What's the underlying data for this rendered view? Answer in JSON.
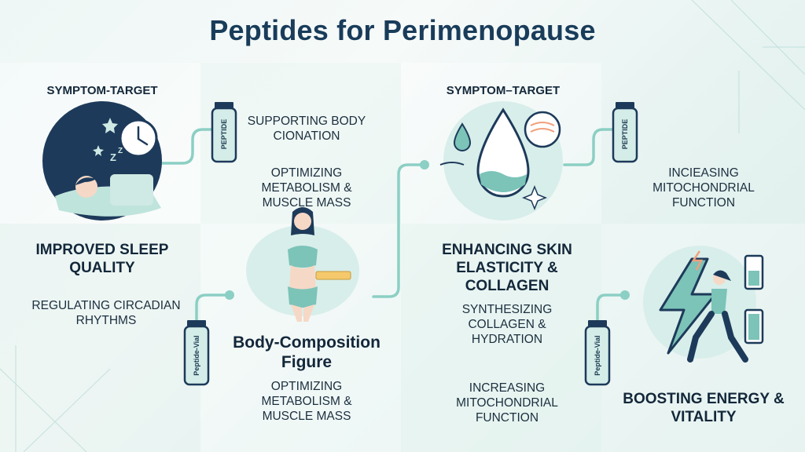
{
  "title": "Peptides for Perimenopause",
  "left_panel": {
    "header": "SYMPTOM-TARGET",
    "vial_label": "PEPTIDE",
    "support_text": "SUPPORTING BODY CIONATION",
    "metabolism_text": "OPTIMIZING METABOLISM & MUSCLE MASS",
    "sleep_title": "IMPROVED SLEEP QUALITY",
    "circadian_text": "REGULATING CIRCADIAN RHYTHMS",
    "vial2_label": "Peptide-Vial"
  },
  "center_panel": {
    "figure_title": "Body-Composition Figure",
    "metabolism_text": "OPTIMIZING METABOLISM & MUSCLE MASS"
  },
  "right_panel": {
    "header": "SYMPTOM–TARGET",
    "vial_label": "PEPTIDE",
    "mito_text_top": "INCIEASING MITOCHONDRIAL FUNCTION",
    "skin_title": "ENHANCING SKIN ELASTICITY & COLLAGEN",
    "collagen_text": "SYNTHESIZING COLLAGEN & HYDRATION",
    "mito_text_bottom": "INCREASING MITOCHONDRIAL FUNCTION",
    "vial2_label": "Peptide-Vial",
    "energy_title": "BOOSTING ENERGY & VITALITY"
  },
  "colors": {
    "navy": "#193c5a",
    "teal": "#7cc3b8",
    "mint": "#cfe9e4",
    "night": "#1d3a5a",
    "accent_orange": "#f0a07c"
  }
}
